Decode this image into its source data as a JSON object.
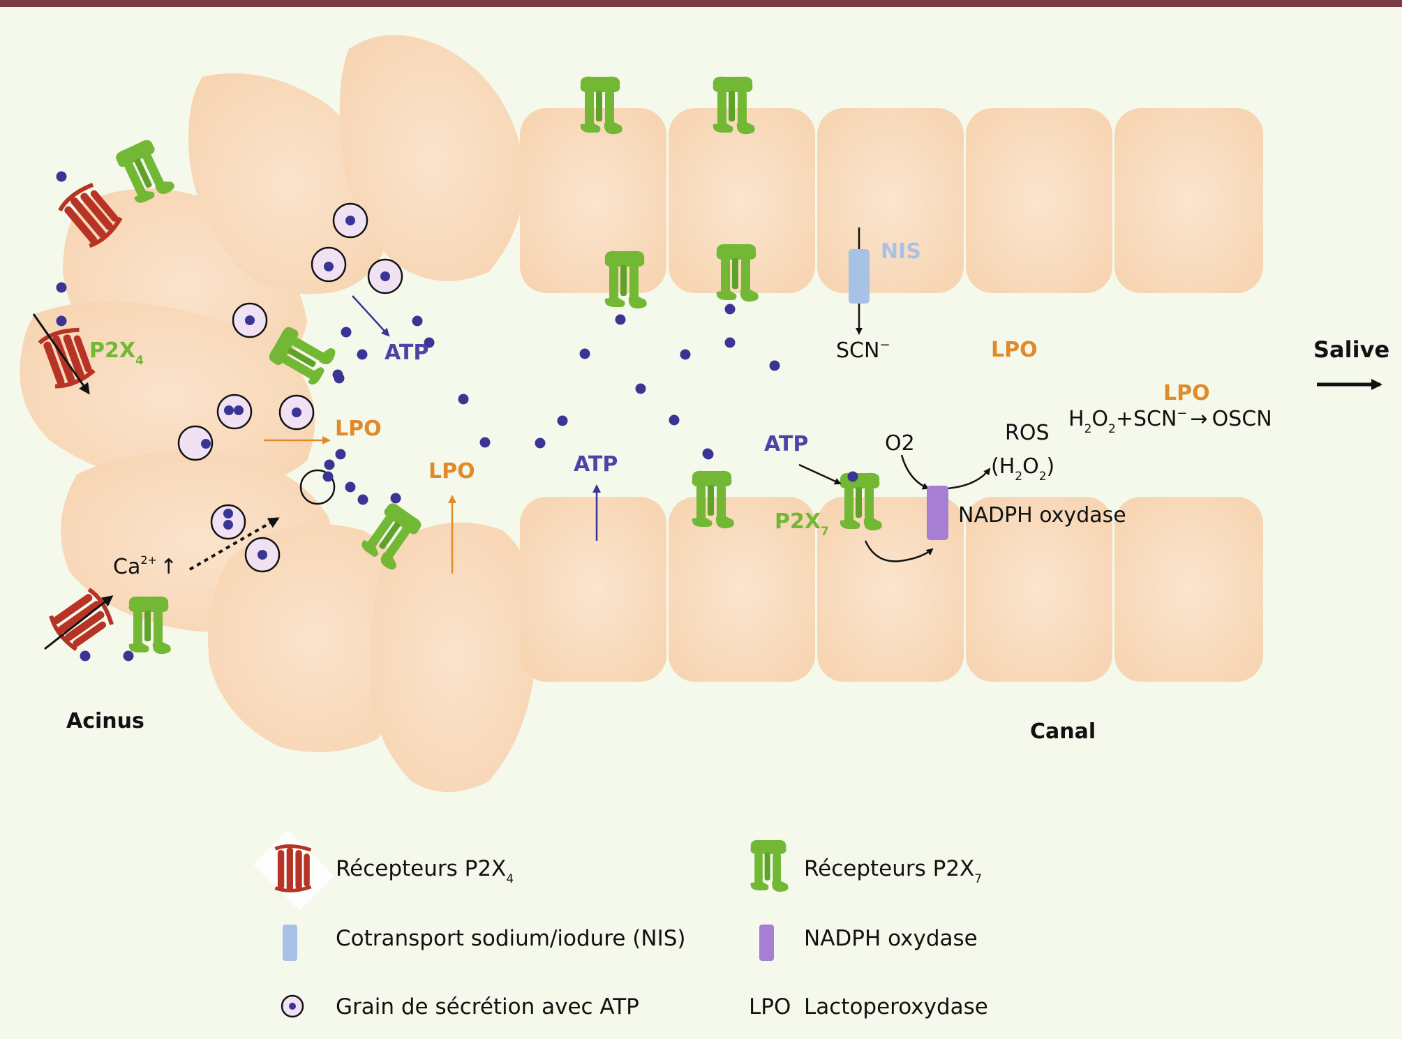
{
  "colors": {
    "background": "#f4f9ec",
    "top_bar": "#7a3a48",
    "cell": "#f7d5b3",
    "cell_inner": "#f9e0c8",
    "p2x4": "#b63326",
    "p2x7": "#72b835",
    "atp_dot": "#3a3494",
    "granule": "#f0e1f3",
    "lpo": "#e08a2a",
    "atp_text": "#4b43a8",
    "nis": "#a8c2e6",
    "nadph": "#a67fd4",
    "text": "#111111"
  },
  "labels": {
    "p2x4_prefix": "P2X",
    "p2x4_sub": "4",
    "atp_top": "ATP",
    "lpo_left": "LPO",
    "lpo_mid": "LPO",
    "atp_mid": "ATP",
    "atp_right": "ATP",
    "nis": "NIS",
    "scn": "SCN",
    "scn_sup": "−",
    "lpo_canal": "LPO",
    "salive": "Salive",
    "lpo_right": "LPO",
    "eq_h": "H",
    "eq_2a": "2",
    "eq_o": "O",
    "eq_2b": "2",
    "eq_rest": "+SCN",
    "eq_sup": "−",
    "eq_arrow": "→",
    "eq_product": "OSCN",
    "o2": "O2",
    "ros": "ROS",
    "ros_open": "(H",
    "ros_2a": "2",
    "ros_o": "O",
    "ros_2b": "2",
    "ros_close": ")",
    "p2x7_prefix": "P2X",
    "p2x7_sub": "7",
    "nadph": "NADPH oxydase",
    "ca_prefix": "Ca",
    "ca_sup": "2+",
    "ca_arrow": "↑",
    "acinus": "Acinus",
    "canal": "Canal"
  },
  "legend": {
    "p2x4_text": "Récepteurs P2X",
    "p2x4_sub": "4",
    "p2x7_text": "Récepteurs P2X",
    "p2x7_sub": "7",
    "nis_text": "Cotransport sodium/iodure (NIS)",
    "nadph_text": "NADPH oxydase",
    "granule_text": "Grain de sécrétion avec ATP",
    "lpo_abbr": "LPO",
    "lpo_text": "Lactoperoxydase"
  }
}
